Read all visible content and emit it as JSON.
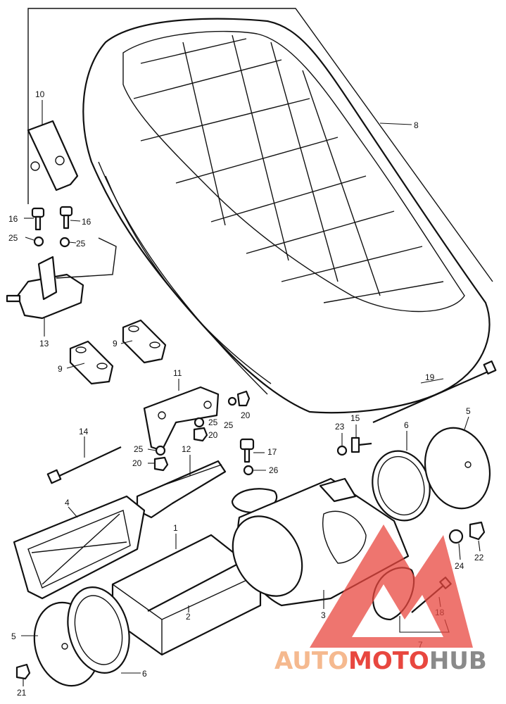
{
  "watermark": {
    "part1": "AUTO",
    "part2": "MOTO",
    "part3": "HUB",
    "color_light": "#f5b98f",
    "color_red": "#e8473f",
    "color_gray": "#8a8a8a"
  },
  "labels": {
    "l10": "10",
    "l8": "8",
    "l16a": "16",
    "l16b": "16",
    "l25a": "25",
    "l25b": "25",
    "l13": "13",
    "l9a": "9",
    "l9b": "9",
    "l11": "11",
    "l25c": "25",
    "l20a": "20",
    "l25d": "25",
    "l20b": "20",
    "l19": "19",
    "l14": "14",
    "l25e": "25",
    "l20c": "20",
    "l12": "12",
    "l17": "17",
    "l26": "26",
    "l23": "23",
    "l15": "15",
    "l6a": "6",
    "l5a": "5",
    "l4": "4",
    "l1": "1",
    "l2": "2",
    "l3": "3",
    "l24": "24",
    "l22": "22",
    "l18": "18",
    "l7": "7",
    "l5b": "5",
    "l6b": "6",
    "l21": "21"
  }
}
